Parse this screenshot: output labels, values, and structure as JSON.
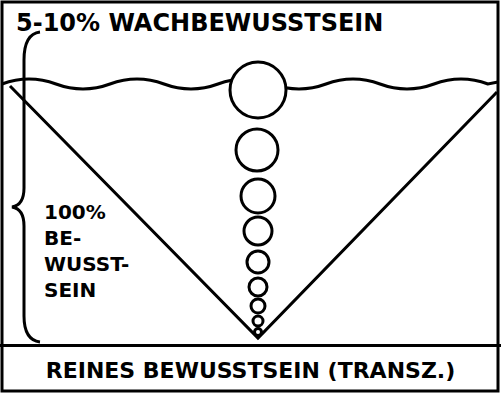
{
  "diagram": {
    "nodes": [
      {
        "text": [
          "REINES BEWUSSTSEIN (TRANSZ.)"
        ]
      }
    ],
    "labels": [
      "5-10% WACHBEWUSSTSEIN",
      "100% BE- WUSST- SEIN"
    ]
  }
}
